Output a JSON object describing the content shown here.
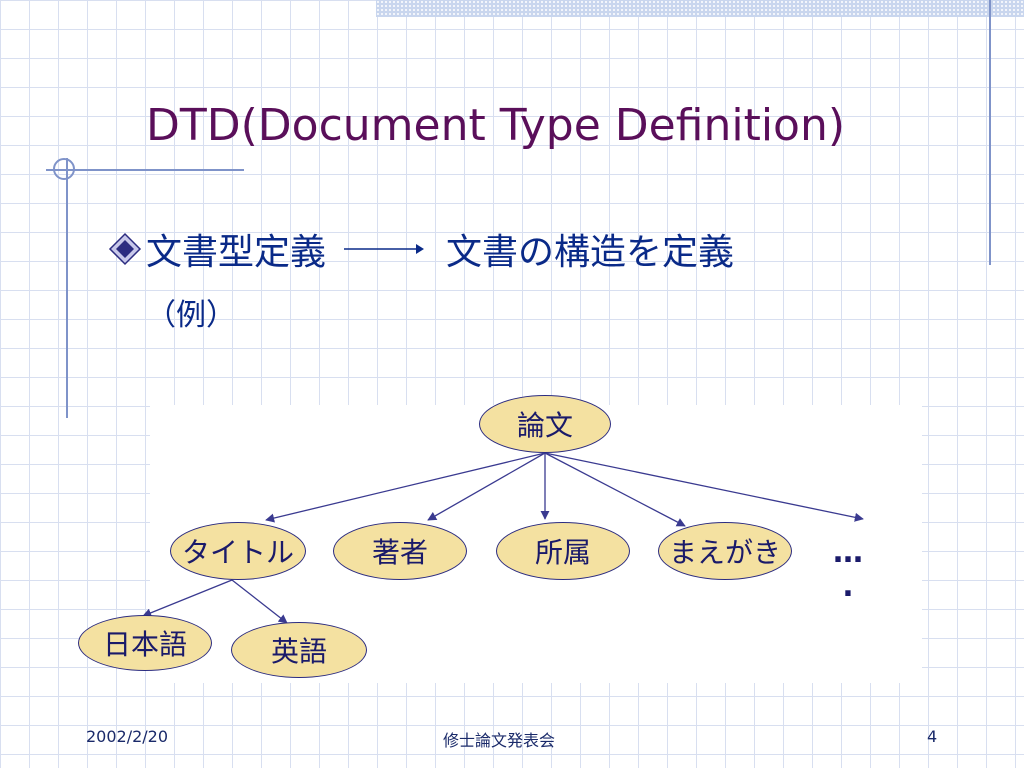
{
  "slide": {
    "title": "DTD(Document Type Definition)",
    "bullet": {
      "term": "文書型定義",
      "definition": "文書の構造を定義"
    },
    "example_label": "（例）"
  },
  "diagram": {
    "root": "論文",
    "children": [
      "タイトル",
      "著者",
      "所属",
      "まえがき"
    ],
    "continuation": "…\n.",
    "grandchildren": [
      "日本語",
      "英語"
    ]
  },
  "footer": {
    "date": "2002/2/20",
    "event": "修士論文発表会",
    "page_number": "4"
  },
  "colors": {
    "title": "#5a0f5a",
    "body_text": "#0a2a88",
    "node_fill": "#f4e1a1",
    "node_border": "#2c2c80",
    "arrow": "#3a3a90",
    "deco": "#7f93c9"
  },
  "icons": {
    "bullet": "diamond-bullet-icon",
    "arrow": "right-arrow-icon"
  }
}
